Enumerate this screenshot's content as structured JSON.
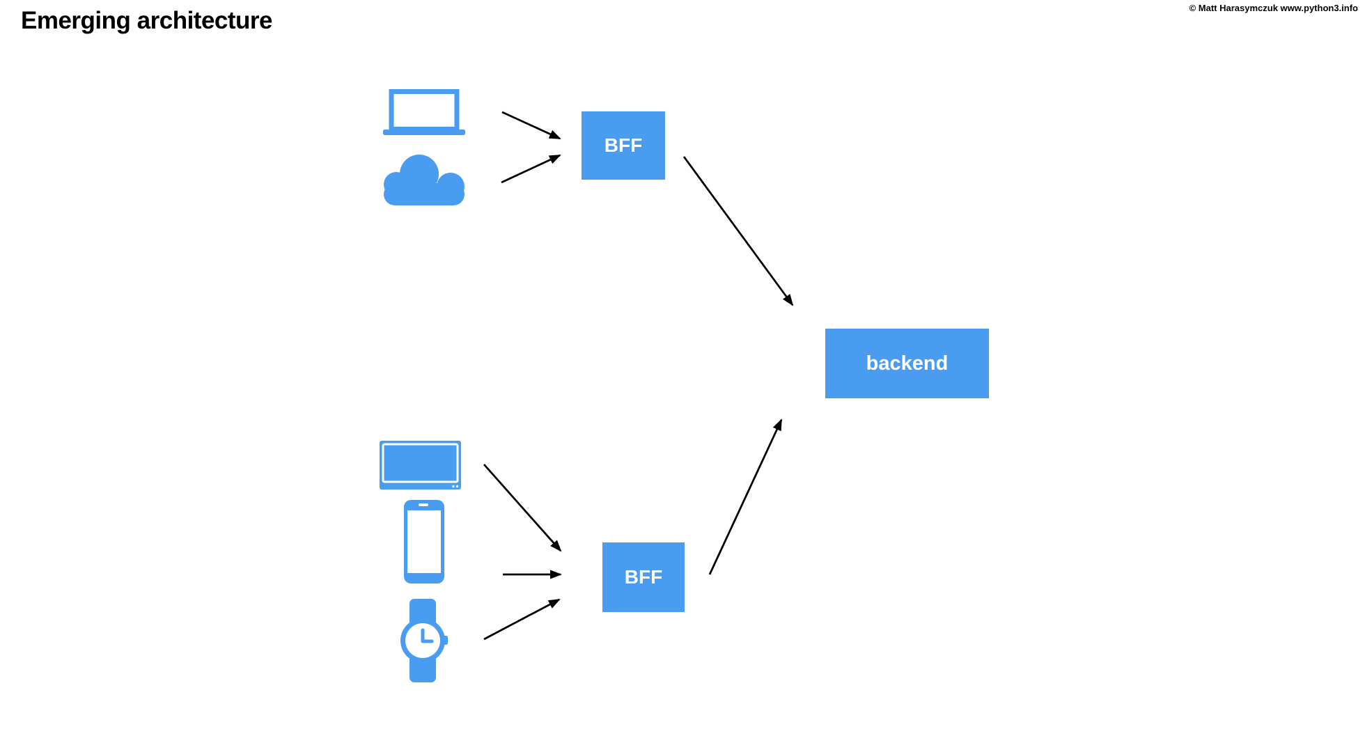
{
  "page": {
    "title": "Emerging architecture",
    "copyright": "© Matt Harasymczuk www.python3.info"
  },
  "colors": {
    "accent": "#4A9CF1",
    "arrow": "#000000",
    "background": "#FFFFFF",
    "box_text": "#FFFFFF"
  },
  "diagram": {
    "nodes": {
      "bff_top": {
        "label": "BFF"
      },
      "bff_bottom": {
        "label": "BFF"
      },
      "backend": {
        "label": "backend"
      }
    },
    "client_icons_top": [
      "laptop-icon",
      "cloud-icon"
    ],
    "client_icons_bottom": [
      "tv-icon",
      "smartphone-icon",
      "watch-icon"
    ],
    "edges": [
      {
        "from": "laptop",
        "to": "bff_top"
      },
      {
        "from": "cloud",
        "to": "bff_top"
      },
      {
        "from": "bff_top",
        "to": "backend"
      },
      {
        "from": "tv",
        "to": "bff_bottom"
      },
      {
        "from": "smartphone",
        "to": "bff_bottom"
      },
      {
        "from": "watch",
        "to": "bff_bottom"
      },
      {
        "from": "bff_bottom",
        "to": "backend"
      }
    ]
  }
}
